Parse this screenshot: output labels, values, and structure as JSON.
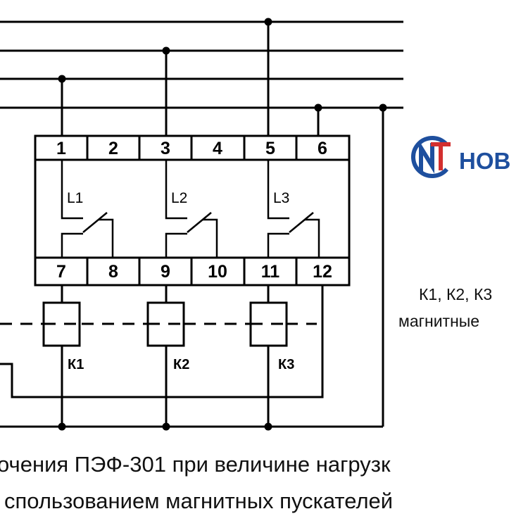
{
  "terminals_top": [
    "1",
    "2",
    "3",
    "4",
    "5",
    "6"
  ],
  "terminals_bottom": [
    "7",
    "8",
    "9",
    "10",
    "11",
    "12"
  ],
  "contacts": [
    "L1",
    "L2",
    "L3"
  ],
  "coils": [
    "К1",
    "К2",
    "К3"
  ],
  "logo": {
    "text": "НОВ",
    "brand_color": "#1e4f9e",
    "accent_color": "#d32f2f",
    "icon": "novatek-logo-icon"
  },
  "note": {
    "line1": "К1, К2, К3",
    "line2": "магнитные"
  },
  "caption": {
    "line1": "очения ПЭФ-301 при величине нагрузк",
    "line2": "спользованием магнитных пускателей"
  }
}
